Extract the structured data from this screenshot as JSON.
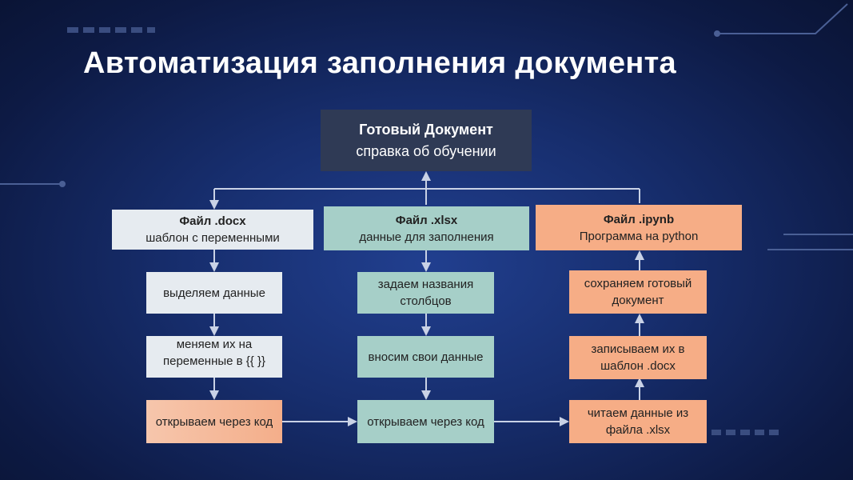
{
  "title": "Автоматизация заполнения документа",
  "root": {
    "title": "Готовый Документ",
    "subtitle": "справка об обучении"
  },
  "columns": [
    {
      "title": "Файл .docx",
      "subtitle": "шаблон  с переменными",
      "steps": [
        "выделяем данные",
        "меняем их на переменные в {{ }}",
        "открываем через код"
      ]
    },
    {
      "title": "Файл .xlsx",
      "subtitle": "данные для заполнения",
      "steps": [
        "задаем названия столбцов",
        "вносим свои данные",
        "открываем через код"
      ]
    },
    {
      "title": "Файл .ipynb",
      "subtitle": "Программа  на python",
      "steps": [
        "сохраняем готовый документ",
        "записываем их в шаблон  .docx",
        "читаем данные из файла  .xlsx"
      ]
    }
  ],
  "colors": {
    "root": "#2f3a55",
    "docx": "#e6ebf0",
    "xlsx": "#a6cfc8",
    "ipynb": "#f6ad86"
  }
}
